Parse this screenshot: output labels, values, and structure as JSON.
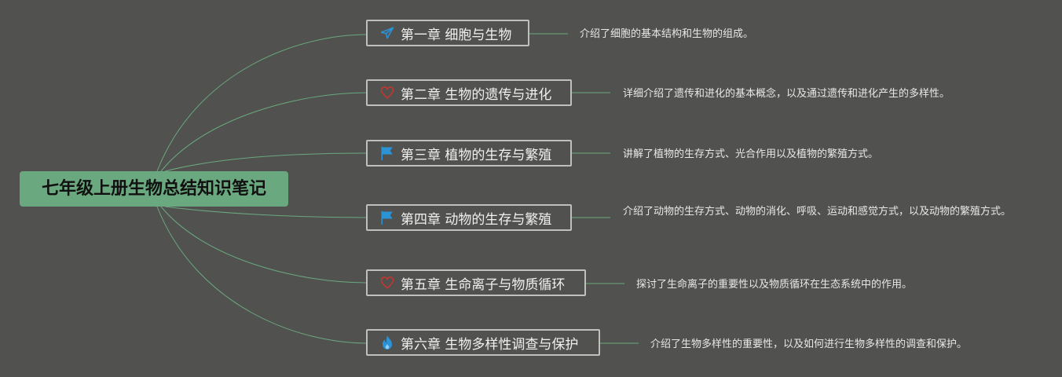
{
  "root": {
    "label": "七年级上册生物总结知识笔记"
  },
  "chapters": [
    {
      "title": "第一章 细胞与生物",
      "icon": "paper-plane-icon",
      "icon_color": "#2b93d6",
      "description": "介绍了细胞的基本结构和生物的组成。"
    },
    {
      "title": "第二章 生物的遗传与进化",
      "icon": "heart-icon",
      "icon_color": "#c9352e",
      "description": "详细介绍了遗传和进化的基本概念，以及通过遗传和进化产生的多样性。"
    },
    {
      "title": "第三章 植物的生存与繁殖",
      "icon": "flag-icon",
      "icon_color": "#2b93d6",
      "description": "讲解了植物的生存方式、光合作用以及植物的繁殖方式。"
    },
    {
      "title": "第四章 动物的生存与繁殖",
      "icon": "flag-icon",
      "icon_color": "#2b93d6",
      "description": "介绍了动物的生存方式、动物的消化、呼吸、运动和感觉方式，以及动物的繁殖方式。"
    },
    {
      "title": "第五章 生命离子与物质循环",
      "icon": "heart-icon",
      "icon_color": "#c9352e",
      "description": "探讨了生命离子的重要性以及物质循环在生态系统中的作用。"
    },
    {
      "title": "第六章 生物多样性调查与保护",
      "icon": "fire-icon",
      "icon_color": "#2b93d6",
      "description": "介绍了生物多样性的重要性，以及如何进行生物多样性的调查和保护。"
    }
  ],
  "colors": {
    "background": "#51524f",
    "root_fill": "#6aa87f",
    "link": "#6aa87f",
    "node_border": "#bfc0bd"
  }
}
